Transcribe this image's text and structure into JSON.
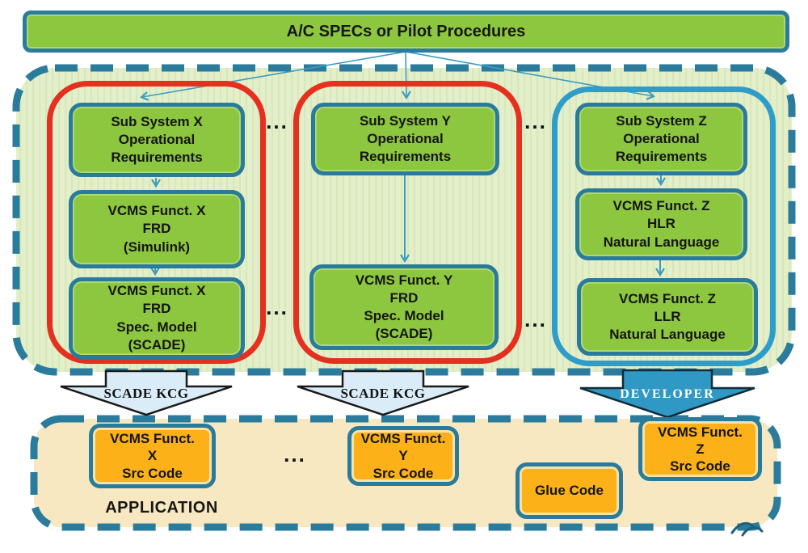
{
  "diagram": {
    "title": "A/C SPECs or Pilot Procedures",
    "ellipsis": "...",
    "columns": [
      {
        "id": "x",
        "outline": "red",
        "boxes": [
          "Sub System X\nOperational\nRequirements",
          "VCMS Funct. X\nFRD\n(Simulink)",
          "VCMS Funct. X\nFRD\nSpec. Model\n(SCADE)"
        ]
      },
      {
        "id": "y",
        "outline": "red",
        "boxes": [
          "Sub System Y\nOperational\nRequirements",
          "VCMS Funct. Y\nFRD\nSpec. Model\n(SCADE)"
        ]
      },
      {
        "id": "z",
        "outline": "blue",
        "boxes": [
          "Sub System Z\nOperational\nRequirements",
          "VCMS Funct. Z\nHLR\nNatural Language",
          "VCMS Funct. Z\nLLR\nNatural Language"
        ]
      }
    ],
    "generation_arrows": [
      {
        "label": "SCADE KCG"
      },
      {
        "label": "SCADE KCG"
      },
      {
        "label": "DEVELOPER"
      }
    ],
    "application": {
      "label": "APPLICATION",
      "boxes": [
        "VCMS Funct.\nX\nSrc Code",
        "VCMS Funct.\nY\nSrc Code",
        "Glue Code",
        "VCMS Funct.\nZ\nSrc Code"
      ]
    },
    "colors": {
      "node_green": "#8dc63f",
      "container_green": "#e3efca",
      "teal_border": "#2b7c9c",
      "red_outline": "#e6301f",
      "blue_outline": "#2e9dc9",
      "src_orange": "#fbb117",
      "application_tan": "#f8e8c2",
      "kcg_arrow_fill": "#d9ecf8",
      "developer_arrow_fill": "#2f98c5",
      "connector_blue": "#3d9cc0"
    }
  }
}
